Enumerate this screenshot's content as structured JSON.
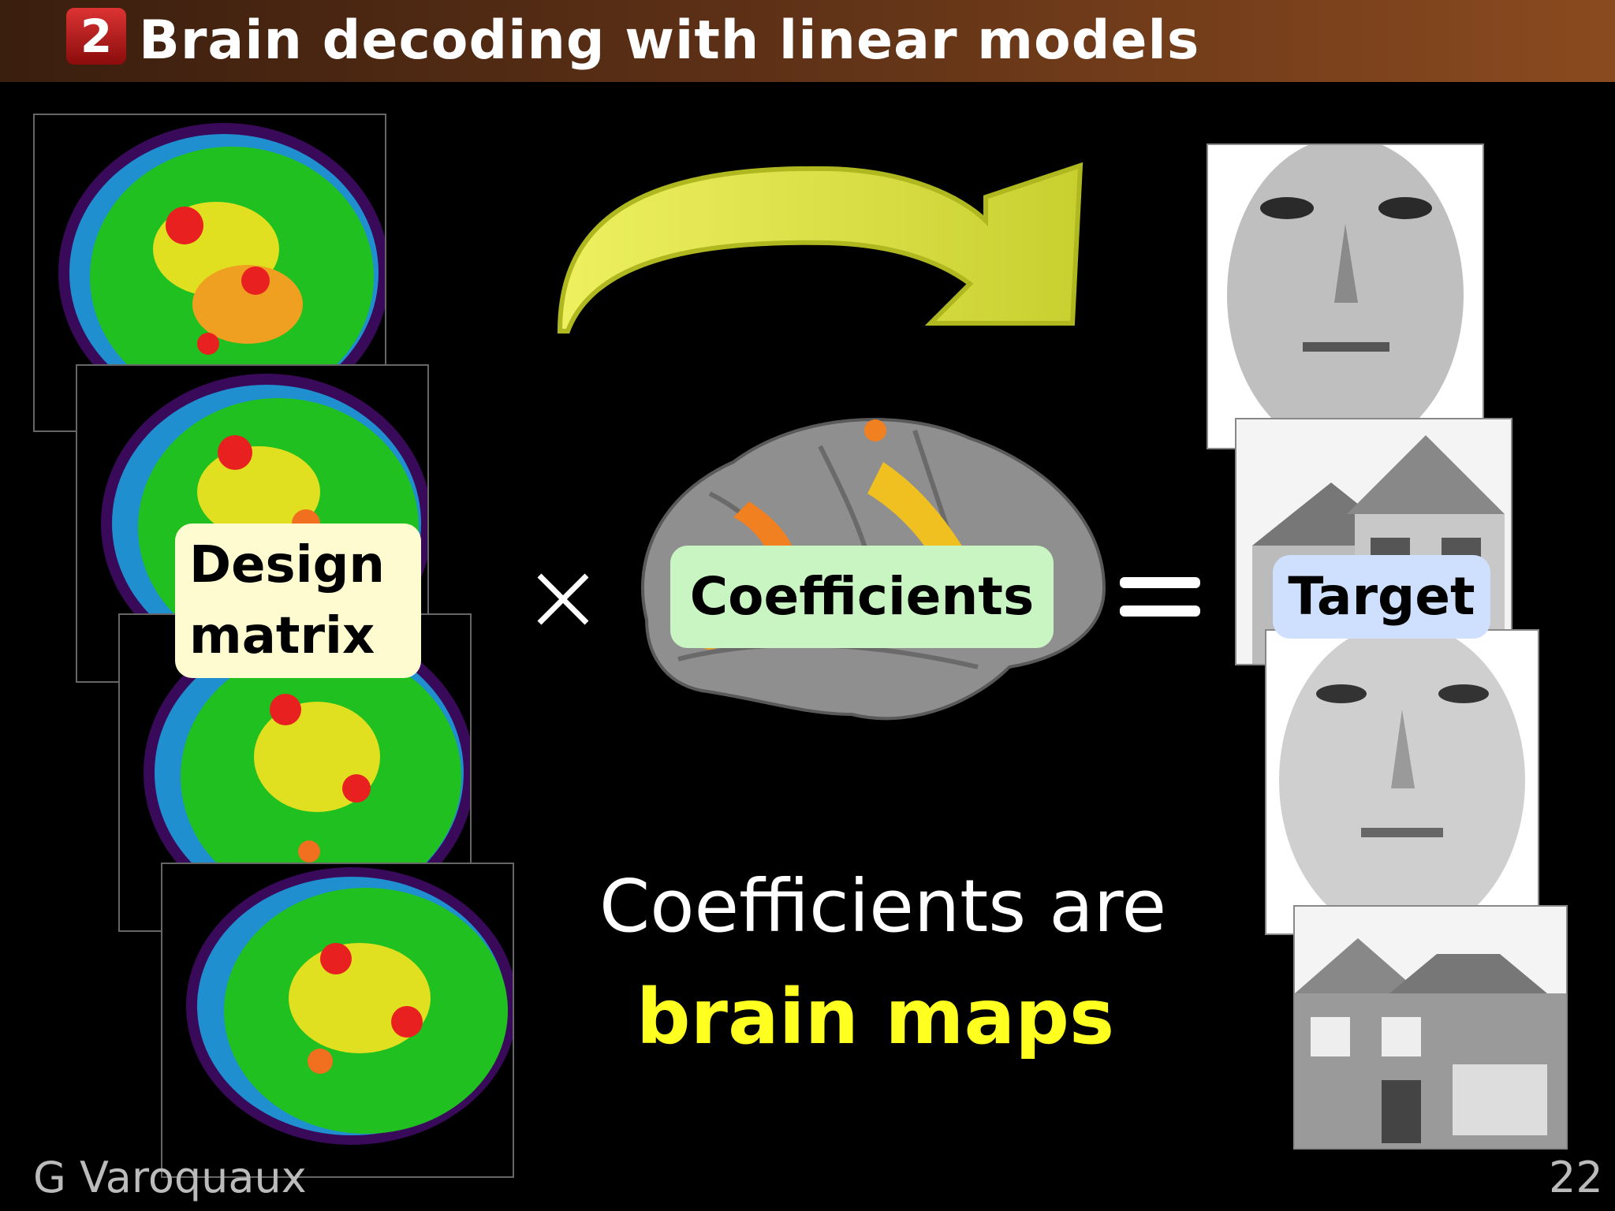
{
  "slide": {
    "section_number": "2",
    "title": "Brain decoding with linear models"
  },
  "labels": {
    "design_line1": "Design",
    "design_line2": "matrix",
    "coefficients": "Coefficients",
    "target": "Target"
  },
  "caption": {
    "line1": "Coefficients are",
    "line2": "brain maps"
  },
  "footer": {
    "author": "G Varoquaux",
    "page": "22"
  },
  "colors": {
    "title_bar_start": "#3a1e0e",
    "title_bar_end": "#8a4a1f",
    "section_badge": "#c01818",
    "highlight_yellow": "#ffff20",
    "design_box": "#fffbd0",
    "coefficients_box": "#c9f5c3",
    "target_box": "#cfe0ff"
  },
  "icons": {
    "operator_1": "multiply-icon",
    "operator_2": "equals-icon",
    "flow": "curved-arrow-icon"
  }
}
